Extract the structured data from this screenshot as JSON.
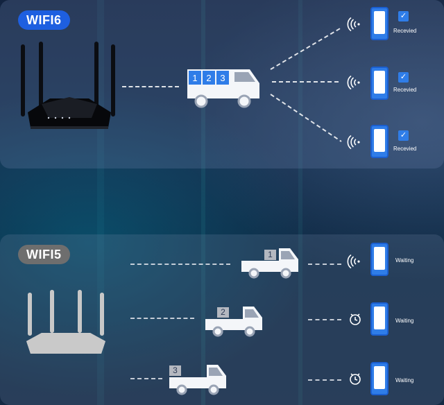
{
  "wifi6": {
    "label": "WIFI6",
    "truck_boxes": [
      "1",
      "2",
      "3"
    ],
    "devices": [
      {
        "status": "Recevied",
        "icon": "wifi-icon",
        "checked": true
      },
      {
        "status": "Recevied",
        "icon": "wifi-icon",
        "checked": true
      },
      {
        "status": "Recevied",
        "icon": "wifi-icon",
        "checked": true
      }
    ]
  },
  "wifi5": {
    "label": "WIFI5",
    "trucks": [
      {
        "box": "1"
      },
      {
        "box": "2"
      },
      {
        "box": "3"
      }
    ],
    "devices": [
      {
        "status": "Waiting",
        "icon": "wifi-icon"
      },
      {
        "status": "Waiting",
        "icon": "clock-icon"
      },
      {
        "status": "Waiting",
        "icon": "clock-icon"
      }
    ]
  },
  "colors": {
    "wifi6_badge": "#1e5fe0",
    "wifi5_badge": "#6e6e6e",
    "phone": "#2f7de8",
    "box": "#2f7de8"
  }
}
